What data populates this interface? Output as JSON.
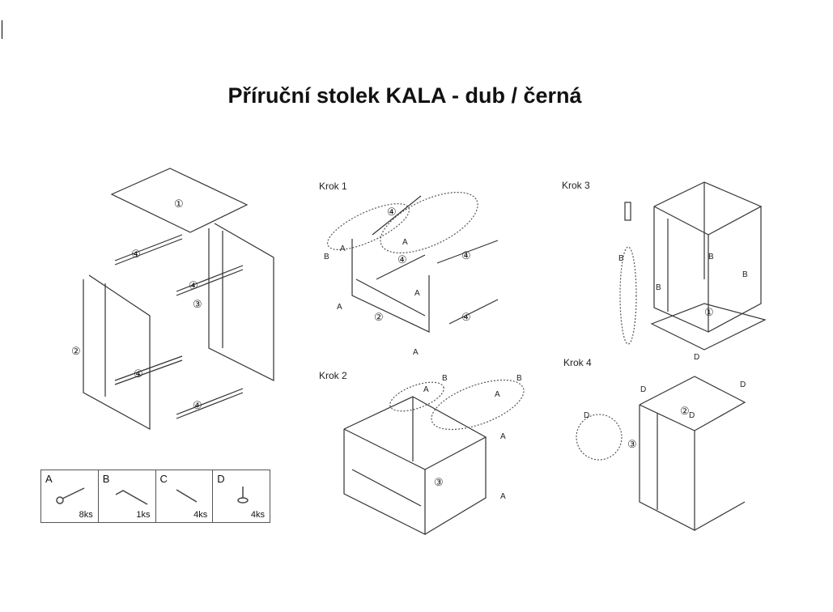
{
  "title": "Příruční stolek KALA - dub / černá",
  "steps": [
    "Krok 1",
    "Krok 2",
    "Krok 3",
    "Krok 4"
  ],
  "callouts": {
    "one": "①",
    "two": "②",
    "three": "③",
    "four": "④"
  },
  "letters": {
    "a": "A",
    "b": "B",
    "c": "C",
    "d": "D"
  },
  "parts": [
    {
      "label": "A",
      "qty": "8ks",
      "icon": "bolt-icon"
    },
    {
      "label": "B",
      "qty": "1ks",
      "icon": "allen-key-icon"
    },
    {
      "label": "C",
      "qty": "4ks",
      "icon": "screw-icon"
    },
    {
      "label": "D",
      "qty": "4ks",
      "icon": "foot-pad-icon"
    }
  ]
}
